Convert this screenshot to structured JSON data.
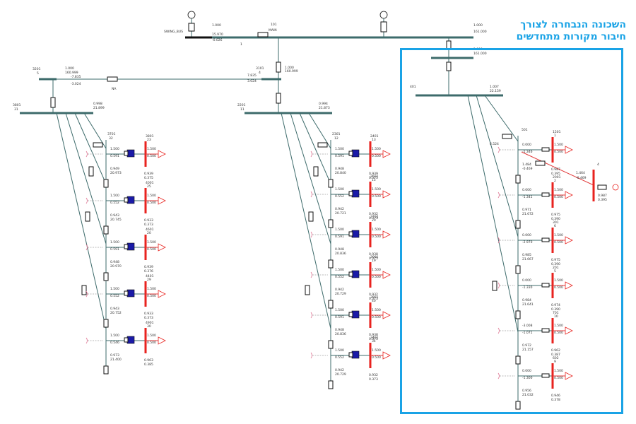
{
  "caption": {
    "line1": "השכונה הנבחרה לצורך",
    "line2": "חיבור מקורות מתחדשים"
  },
  "colors": {
    "bus": "#3d6b6b",
    "load_bus": "#e8231f",
    "highlight": "#1aa3e6",
    "storage": "#1a1aa8"
  },
  "top": {
    "swing_label": "SWING_BUS",
    "swing_v": "1.000",
    "swing_p": "15.970",
    "swing_q": "-0.026",
    "main_id": "101",
    "main_label": "MAIN",
    "main_v": "1.000",
    "main_p": "161.000",
    "right_v": "1.000",
    "right_p": "161.000",
    "link_id": "1"
  },
  "left_feeder": {
    "top_id": "3201",
    "top_label": "5",
    "top_v": "1.000",
    "top_p": "160.999",
    "top_q": "-7.835",
    "top_q2": "-3.024",
    "link_label": "NA",
    "mid_id": "3101",
    "mid_label": "4",
    "mid_v": "1.000",
    "mid_p": "160.999",
    "mid_q": "7.835",
    "mid_q2": "3.024",
    "bus_id": "3801",
    "bus_label": "31",
    "bus_v": "0.998",
    "bus_p": "21.899",
    "sub_id": "3701",
    "sub_label": "32"
  },
  "left_nodes": [
    {
      "id": "3801",
      "name": "23",
      "p": "1.500",
      "q": "0.500",
      "vm": "0.939",
      "va": "0.375",
      "src_p": "1.500",
      "src_q": "0.591",
      "branch_v": "0.949",
      "branch_a": "20.973"
    },
    {
      "id": "4001",
      "name": "25",
      "p": "1.500",
      "q": "0.500",
      "vm": "0.933",
      "va": "0.373",
      "src_p": "1.500",
      "src_q": "0.552",
      "branch_v": "0.943",
      "branch_a": "20.745"
    },
    {
      "id": "4601",
      "name": "20",
      "p": "1.500",
      "q": "0.500",
      "vm": "0.939",
      "va": "0.376",
      "src_p": "1.500",
      "src_q": "0.591",
      "branch_v": "0.948",
      "branch_a": "20.970"
    },
    {
      "id": "4401",
      "name": "29",
      "p": "1.500",
      "q": "0.500",
      "vm": "0.933",
      "va": "0.373",
      "src_p": "1.500",
      "src_q": "0.552",
      "branch_v": "0.943",
      "branch_a": "20.752"
    },
    {
      "id": "4901",
      "name": "30",
      "p": "1.500",
      "q": "0.500",
      "vm": "0.963",
      "va": "0.385",
      "src_p": "1.500",
      "src_q": "0.546",
      "branch_v": "0.973",
      "branch_a": "21.400"
    }
  ],
  "middle_feeder": {
    "bus_id": "2201",
    "bus_label": "11",
    "bus_v": "0.994",
    "bus_p": "21.873",
    "sub_id": "2301",
    "sub_label": "12"
  },
  "middle_nodes": [
    {
      "id": "2401",
      "name": "13",
      "p": "1.500",
      "q": "0.500",
      "vm": "0.939",
      "va": "0.375",
      "src_p": "1.500",
      "src_q": "0.591",
      "branch_v": "0.948",
      "branch_a": "20.840"
    },
    {
      "id": "2601",
      "name": "15",
      "p": "1.500",
      "q": "0.500",
      "vm": "0.932",
      "va": "0.373",
      "src_p": "1.500",
      "src_q": "0.552",
      "branch_v": "0.942",
      "branch_a": "20.721"
    },
    {
      "id": "3702",
      "name": "20",
      "p": "1.500",
      "q": "0.500",
      "vm": "0.938",
      "va": "0.375",
      "src_p": "1.500",
      "src_q": "0.591",
      "branch_v": "0.948",
      "branch_a": "20.836"
    },
    {
      "id": "3001",
      "name": "19",
      "p": "1.500",
      "q": "0.500",
      "vm": "0.932",
      "va": "0.373",
      "src_p": "1.500",
      "src_q": "0.552",
      "branch_v": "0.942",
      "branch_a": "20.729"
    },
    {
      "id": "3901",
      "name": "40",
      "p": "1.500",
      "q": "0.500",
      "vm": "0.938",
      "va": "0.375",
      "src_p": "1.500",
      "src_q": "0.591",
      "branch_v": "0.948",
      "branch_a": "20.836"
    },
    {
      "id": "3401",
      "name": "34",
      "p": "1.500",
      "q": "0.500",
      "vm": "0.932",
      "va": "0.373",
      "src_p": "1.500",
      "src_q": "0.552",
      "branch_v": "0.942",
      "branch_a": "20.729"
    }
  ],
  "right_feeder": {
    "bus_id": "401",
    "bus_v": "1.007",
    "bus_p": "22.159",
    "sub_id": "501",
    "sub_q": "6.524",
    "side_id": "4",
    "side_p": "1.464",
    "side_q": "-0.469",
    "side_vm": "0.987",
    "side_va": "0.395"
  },
  "right_nodes": [
    {
      "id": "1501",
      "name": "1",
      "p": "1.500",
      "q": "0.500",
      "vm": "0.987",
      "va": "0.395",
      "src_p": "0.000",
      "src_q": "-1.346",
      "branch_v": "1.484",
      "branch_a": "-0.469"
    },
    {
      "id": "2001",
      "name": "2",
      "p": "1.500",
      "q": "0.500",
      "vm": "0.975",
      "va": "0.390",
      "src_p": "0.000",
      "src_q": "-1.341",
      "branch_v": "0.971",
      "branch_a": "21.672"
    },
    {
      "id": "301",
      "name": "6",
      "p": "1.500",
      "q": "0.500",
      "vm": "0.975",
      "va": "0.390",
      "src_p": "0.000",
      "src_q": "-2.970",
      "branch_v": "0.985",
      "branch_a": "21.667"
    },
    {
      "id": "201",
      "name": "5",
      "p": "1.500",
      "q": "0.500",
      "vm": "0.974",
      "va": "0.390",
      "src_p": "0.000",
      "src_q": "-1.330",
      "branch_v": "0.984",
      "branch_a": "21.641"
    },
    {
      "id": "701",
      "name": "10",
      "p": "1.500",
      "q": "0.500",
      "vm": "0.962",
      "va": "0.387",
      "src_p": "-3.008",
      "src_q": "-1.071",
      "branch_v": "0.972",
      "branch_a": "21.157"
    },
    {
      "id": "602",
      "name": "9",
      "p": "1.500",
      "q": "0.500",
      "vm": "0.946",
      "va": "0.378",
      "src_p": "0.000",
      "src_q": "-1.300",
      "branch_v": "0.956",
      "branch_a": "21.032"
    }
  ]
}
